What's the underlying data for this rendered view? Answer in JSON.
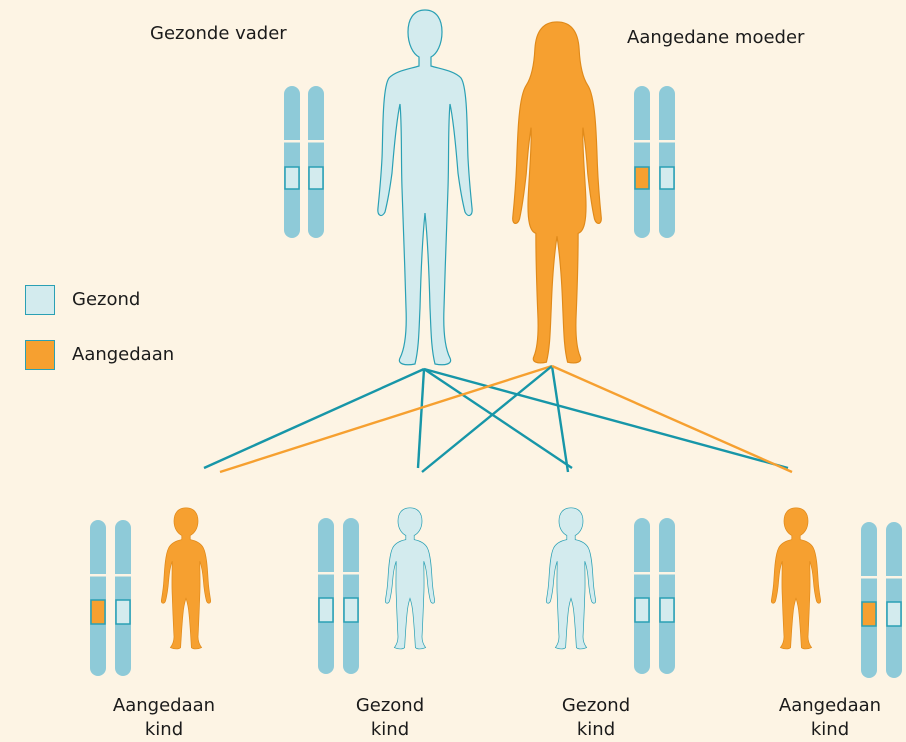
{
  "title_father": "Gezonde vader",
  "title_mother": "Aangedane moeder",
  "legend": {
    "healthy_label": "Gezond",
    "affected_label": "Aangedaan"
  },
  "colors": {
    "background": "#fdf4e4",
    "healthy_fill": "#d3ebee",
    "affected_fill": "#f6a030",
    "outline": "#2aa0b4",
    "chromosome": "#8ecad8",
    "line_teal": "#1796a8",
    "line_orange": "#f6a030"
  },
  "children": [
    {
      "line1": "Aangedaan",
      "line2": "kind",
      "status": "affected"
    },
    {
      "line1": "Gezond",
      "line2": "kind",
      "status": "healthy"
    },
    {
      "line1": "Gezond",
      "line2": "kind",
      "status": "healthy"
    },
    {
      "line1": "Aangedaan",
      "line2": "kind",
      "status": "affected"
    }
  ]
}
